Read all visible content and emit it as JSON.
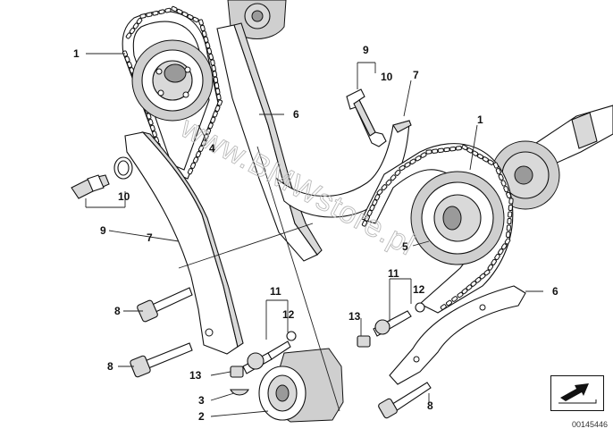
{
  "diagram": {
    "callouts": [
      {
        "id": "c1a",
        "text": "1"
      },
      {
        "id": "c6a",
        "text": "6"
      },
      {
        "id": "c4",
        "text": "4"
      },
      {
        "id": "c9a",
        "text": "9"
      },
      {
        "id": "c10a",
        "text": "10"
      },
      {
        "id": "c7a",
        "text": "7"
      },
      {
        "id": "c1b",
        "text": "1"
      },
      {
        "id": "c10b",
        "text": "10"
      },
      {
        "id": "c9b",
        "text": "9"
      },
      {
        "id": "c7b",
        "text": "7"
      },
      {
        "id": "c5",
        "text": "5"
      },
      {
        "id": "c11a",
        "text": "11"
      },
      {
        "id": "c12a",
        "text": "12"
      },
      {
        "id": "c6b",
        "text": "6"
      },
      {
        "id": "c8a",
        "text": "8"
      },
      {
        "id": "c11b",
        "text": "11"
      },
      {
        "id": "c12b",
        "text": "12"
      },
      {
        "id": "c13a",
        "text": "13"
      },
      {
        "id": "c8b",
        "text": "8"
      },
      {
        "id": "c13b",
        "text": "13"
      },
      {
        "id": "c3",
        "text": "3"
      },
      {
        "id": "c2",
        "text": "2"
      },
      {
        "id": "c8c",
        "text": "8"
      }
    ],
    "watermark": "www.BMWstore.pl",
    "image_id": "00145446"
  }
}
